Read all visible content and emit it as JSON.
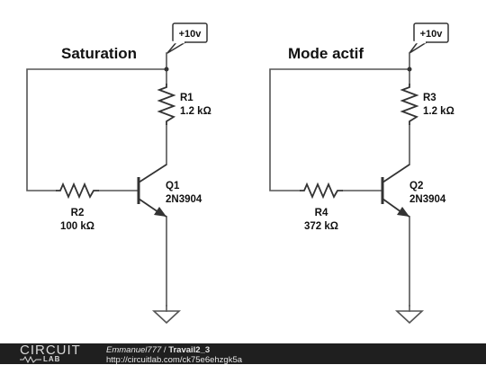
{
  "circuits": [
    {
      "title": "Saturation",
      "supply": "+10v",
      "collector_resistor": {
        "name": "R1",
        "value": "1.2 kΩ"
      },
      "base_resistor": {
        "name": "R2",
        "value": "100 kΩ"
      },
      "transistor": {
        "name": "Q1",
        "model": "2N3904"
      }
    },
    {
      "title": "Mode actif",
      "supply": "+10v",
      "collector_resistor": {
        "name": "R3",
        "value": "1.2 kΩ"
      },
      "base_resistor": {
        "name": "R4",
        "value": "372 kΩ"
      },
      "transistor": {
        "name": "Q2",
        "model": "2N3904"
      }
    }
  ],
  "footer": {
    "logo_top": "CIRCUIT",
    "logo_bottom": "LAB",
    "author": "Emmanuel777",
    "separator": " / ",
    "project": "Travail2_3",
    "url": "http://circuitlab.com/ck75e6ehzgk5a"
  }
}
